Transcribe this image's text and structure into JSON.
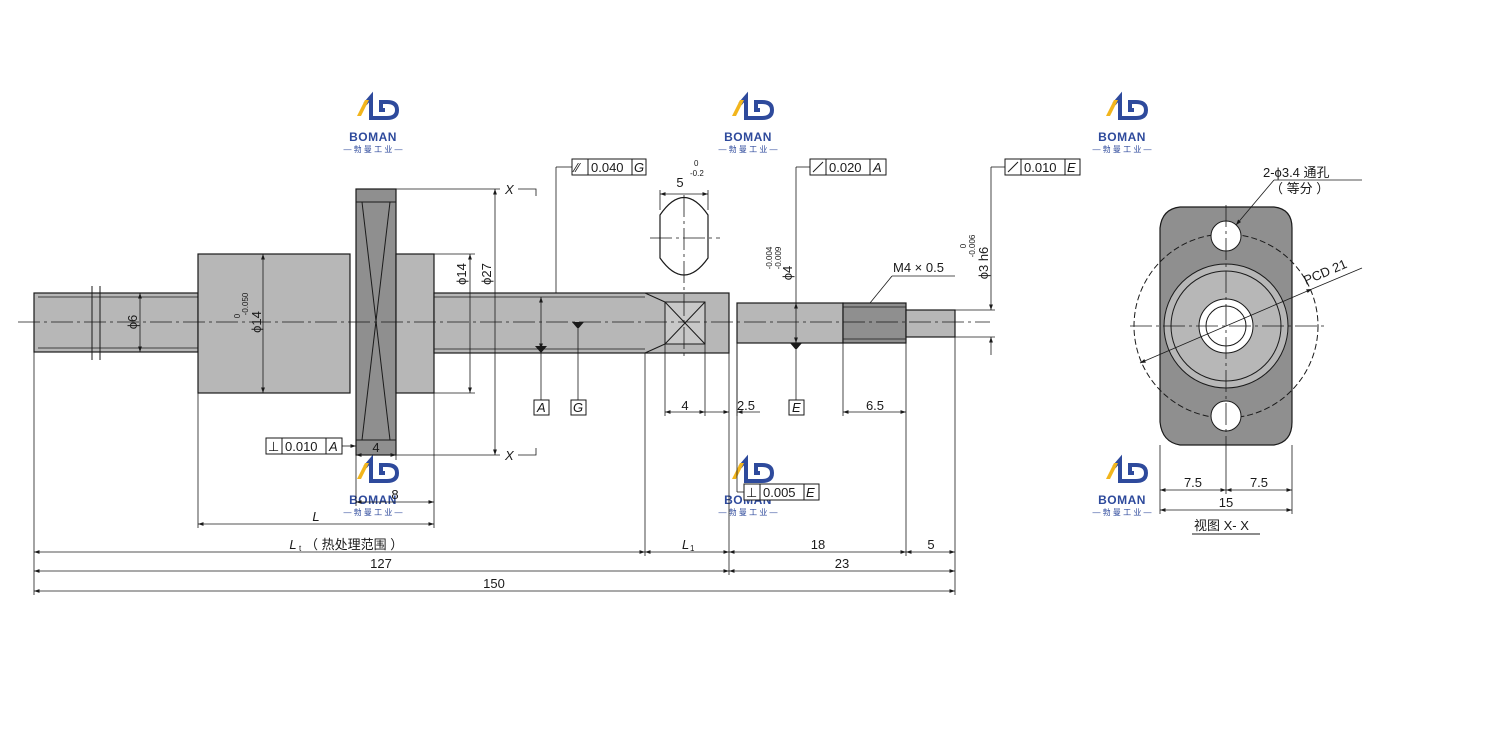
{
  "logo": {
    "brand": "BOMAN",
    "subtitle": "— 勃 曼 工 业 —",
    "colors": {
      "blue": "#2e4a9c",
      "yellow": "#f2b51c"
    }
  },
  "tolerances": {
    "runout_g": "0.040",
    "ref_g": "G",
    "runout_a1": "0.020",
    "ref_a1": "A",
    "runout_e": "0.010",
    "ref_e": "E",
    "perp_flange": "0.010",
    "ref_flange": "A",
    "perp_shoulder": "0.005",
    "ref_shoulder": "E"
  },
  "datums": {
    "a": "A",
    "g": "G",
    "e": "E"
  },
  "dims": {
    "flat_width": "5",
    "flat_tol_top": "0",
    "flat_tol_bot": "-0.2",
    "d_thread_end": "ϕ6",
    "d_nut": "ϕ14",
    "d_nut_tol_top": "0",
    "d_nut_tol_bot": "-0.050",
    "d_shaft": "ϕ14",
    "d_flange": "ϕ27",
    "d_journal": "ϕ4",
    "d_journal_tol_top": "-0.004",
    "d_journal_tol_bot": "-0.009",
    "d_end": "ϕ3 h6",
    "d_end_tol_top": "0",
    "d_end_tol_bot": "-0.006",
    "thread_spec": "M4 × 0.5",
    "w_flat_len": "4",
    "w_shoulder": "2.5",
    "w_thread": "6.5",
    "flange_thk": "4",
    "nut_len_inner": "8",
    "nut_len": "L",
    "hardened_len": "L",
    "hardened_sub": "t",
    "hardened_note": "（ 热处理范围 ）",
    "l1": "L",
    "l1_sub": "1",
    "len_18": "18",
    "len_5": "5",
    "len_127": "127",
    "len_23": "23",
    "len_150": "150",
    "section_mark": "X",
    "section_mark_bottom": "X"
  },
  "section_view": {
    "holes_note": "2-ϕ3.4 通孔",
    "holes_note2": "（ 等分 ）",
    "pcd": "PCD 21",
    "half_left": "7.5",
    "half_right": "7.5",
    "width": "15",
    "caption": "视图 X- X"
  }
}
